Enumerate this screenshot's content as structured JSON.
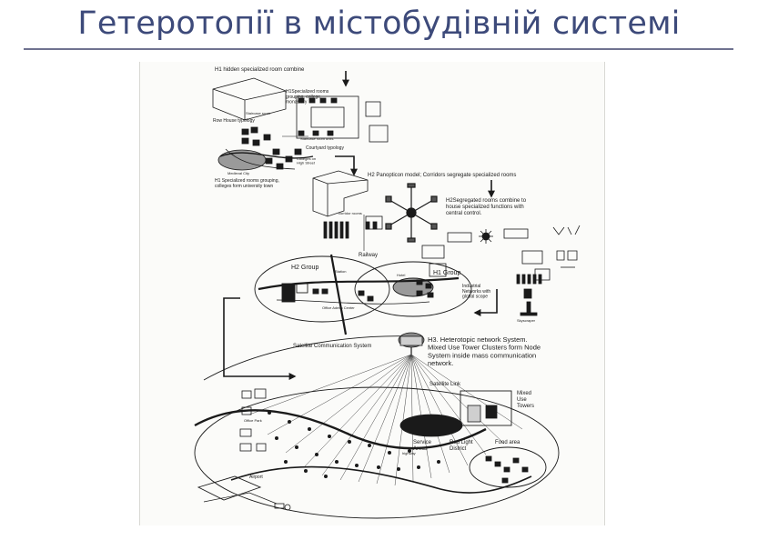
{
  "slide": {
    "title": "Гетеротопії в містобудівній системі"
  },
  "colors": {
    "title": "#3d4a7a",
    "rule": "#6f7290",
    "ink": "#1a1a1a"
  },
  "figure": {
    "h1_title": "H1 hidden specialized room combine",
    "h1_grouping": "H1Specialized rooms grouping, college, monastery",
    "h1_row_house": "Row House typology",
    "h1_staircase": "Staircase room",
    "h1_courtyard": "Courtyard typology",
    "h1_staircase_units": "Staircase room units",
    "h1_medieval_city": "Medieval City",
    "h1_colleges": "Colleges on High Street",
    "h1_university": "H1 Specialized rooms grouping, colleges form university town",
    "h2_panopticon": "H2 Panopticon model; Corridors  segregate specialized rooms",
    "h2_segregated": "H2Segregated rooms combine to house specialized functions with central control.",
    "h2_corridor_rooms": "corridor rooms",
    "h2_group": "H2 Group",
    "railway": "Railway",
    "station": "Station",
    "hotel": "Hotel",
    "h1_group": "H1 Group",
    "office_admin": "Office Admin Center",
    "industrial": "Industrial Networks with global scope",
    "skyscraper": "Skyscraper",
    "satellite_system": "Satellite Communication System",
    "h3_title": "H3. Heterotopic network System. Mixed Use Tower Clusters form Node System inside mass communication network.",
    "satellite_link": "Satellite Link",
    "mixed_use": "Mixed Use Towers",
    "service_areas": "Service Areas",
    "red_light": "Red Light District",
    "food_area": "Food area",
    "office_park": "Office Park",
    "airport": "Airport",
    "highway": "highway"
  }
}
